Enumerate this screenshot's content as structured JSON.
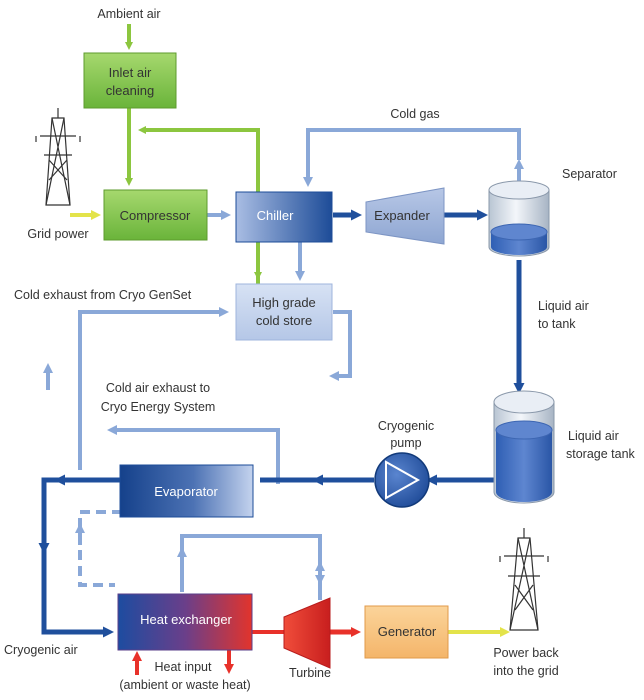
{
  "labels": {
    "ambient_air": "Ambient air",
    "grid_power": "Grid power",
    "cold_gas": "Cold gas",
    "separator": "Separator",
    "cold_exhaust_genset": "Cold exhaust from Cryo GenSet",
    "liquid_air_to_tank_1": "Liquid air",
    "liquid_air_to_tank_2": "to tank",
    "cold_air_exhaust_1": "Cold air exhaust to",
    "cold_air_exhaust_2": "Cryo Energy System",
    "cryogenic_pump_1": "Cryogenic",
    "cryogenic_pump_2": "pump",
    "storage_tank_1": "Liquid air",
    "storage_tank_2": "storage tank",
    "cryogenic_air": "Cryogenic air",
    "heat_input_1": "Heat input",
    "heat_input_2": "(ambient or waste heat)",
    "turbine": "Turbine",
    "power_back_1": "Power back",
    "power_back_2": "into the grid"
  },
  "boxes": {
    "inlet_1": "Inlet air",
    "inlet_2": "cleaning",
    "compressor": "Compressor",
    "chiller": "Chiller",
    "expander": "Expander",
    "cold_store_1": "High grade",
    "cold_store_2": "cold store",
    "evaporator": "Evaporator",
    "heat_exchanger": "Heat exchanger",
    "generator": "Generator"
  },
  "colors": {
    "green": "#8cc63f",
    "light_blue": "#8aa8d8",
    "dark_blue": "#1f4f9c",
    "red": "#e8312a",
    "yellow": "#e8e84a"
  }
}
